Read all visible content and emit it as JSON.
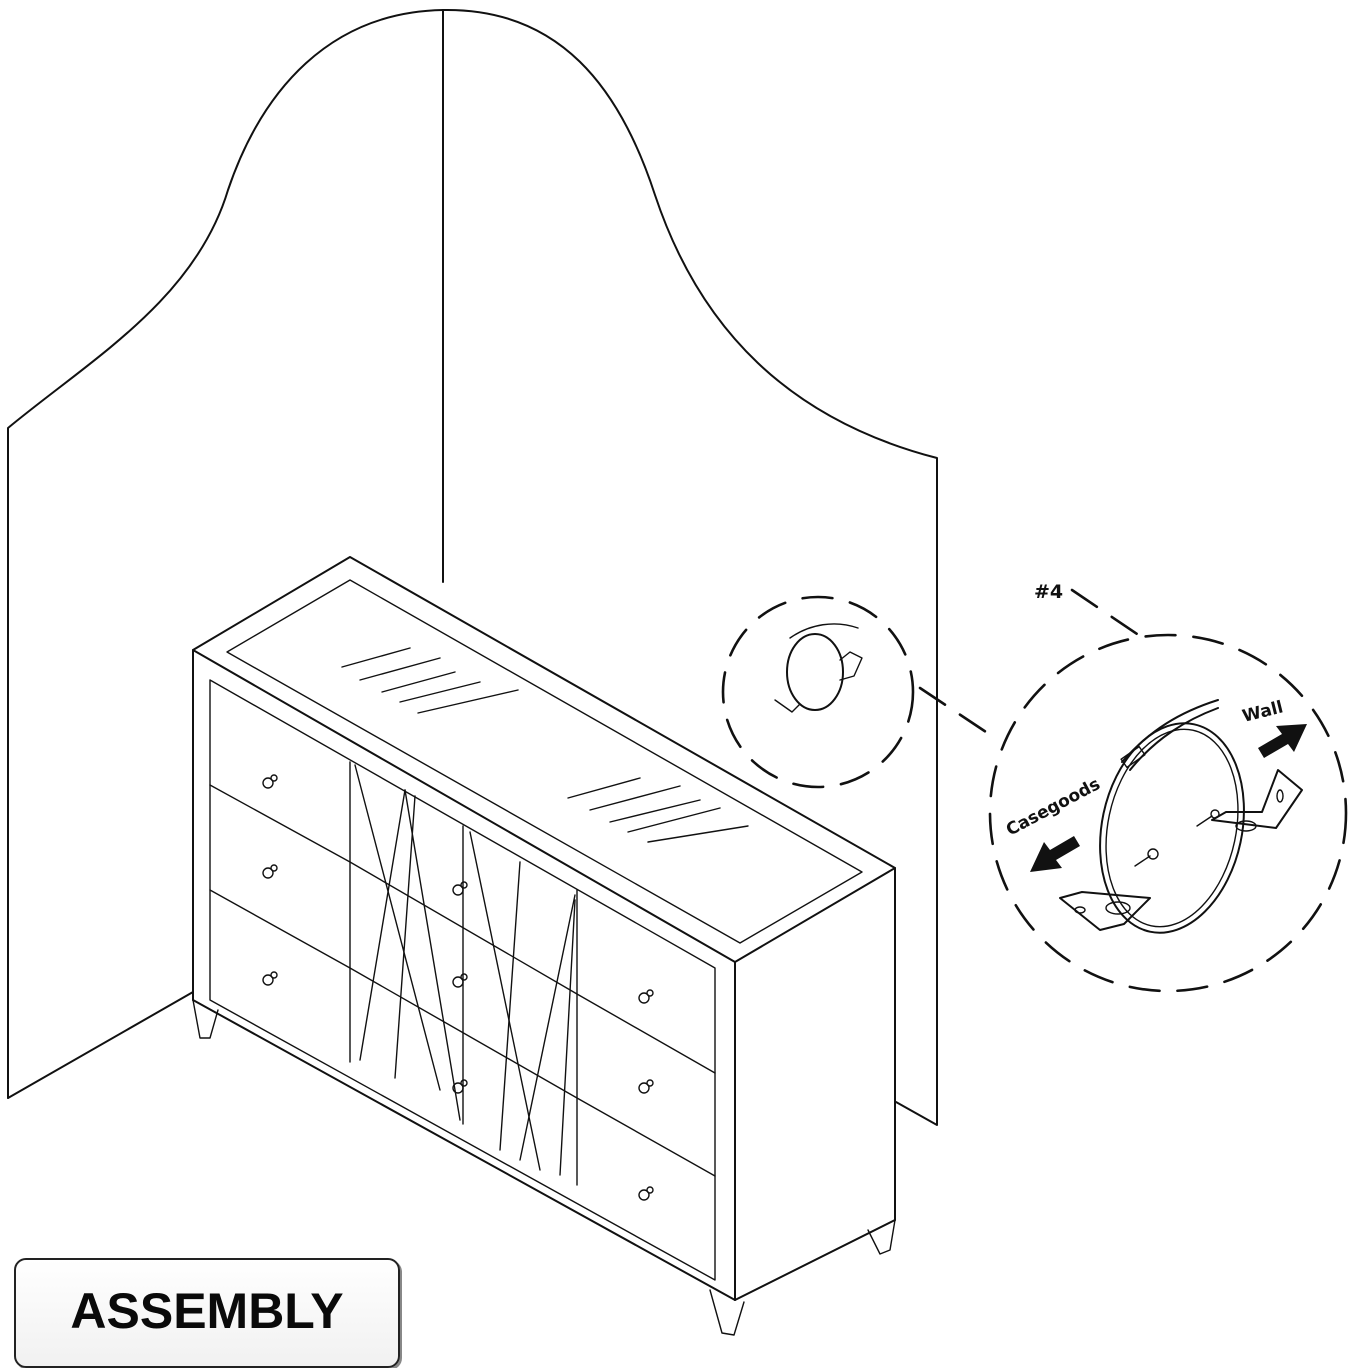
{
  "callout": {
    "step_label": "#4",
    "left_label": "Casegoods",
    "right_label": "Wall"
  },
  "badge": {
    "label": "ASSEMBLY"
  },
  "colors": {
    "line": "#111111",
    "background": "#ffffff"
  }
}
